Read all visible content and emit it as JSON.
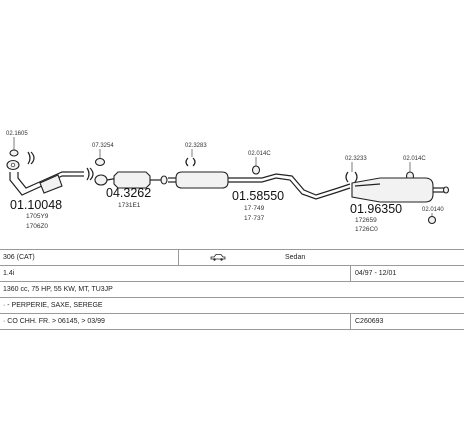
{
  "diagram": {
    "parts": [
      {
        "number": "01.10048",
        "codes": [
          "1705Y9",
          "1706Z0"
        ]
      },
      {
        "number": "04.3262",
        "codes": [
          "1731E1"
        ]
      },
      {
        "number": "01.58550",
        "codes": [
          "17·749",
          "17·737"
        ]
      },
      {
        "number": "01.96350",
        "codes": [
          "172659",
          "1726C0"
        ]
      }
    ],
    "accessories": [
      {
        "ref": "02.1605"
      },
      {
        "ref": "07.3254"
      },
      {
        "ref": "02.3283"
      },
      {
        "ref": "02.014C"
      },
      {
        "ref": "02.3233"
      },
      {
        "ref": "02.014C"
      },
      {
        "ref": "02.0140"
      }
    ]
  },
  "info": {
    "model": "306 (CAT)",
    "body": "Sedan",
    "engine": "1.4i",
    "years": "04/97 - 12/01",
    "spec": "1360 cc, 75 HP, 55 KW, MT, TU3JP",
    "note": "· - PERPERIE, SAXE, SEREGE",
    "vin": "· CO CHH. FR. > 06145, > 03/99",
    "code": "C260693"
  }
}
